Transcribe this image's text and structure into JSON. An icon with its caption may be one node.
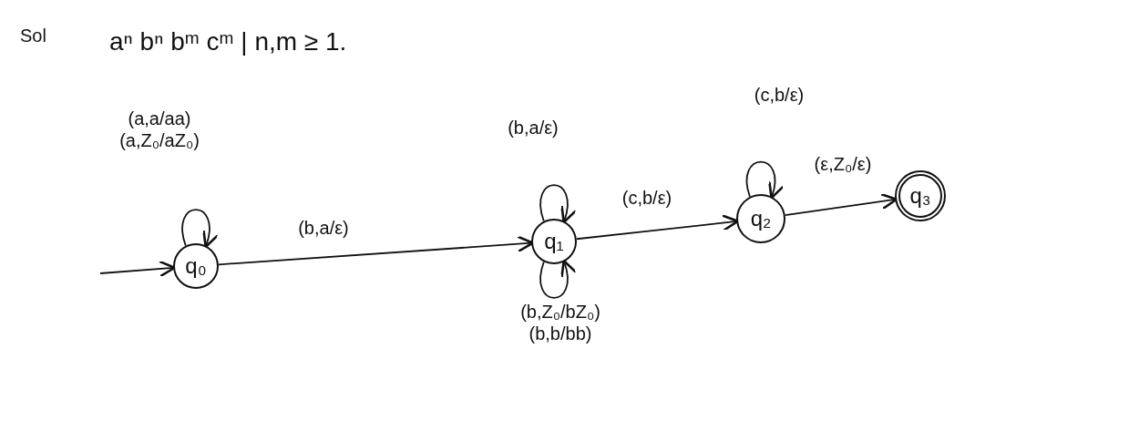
{
  "diagram": {
    "title": "aⁿ bⁿ bᵐ cᵐ | n,m ≥ 1.",
    "nodes": [
      {
        "text": [
          "q₀"
        ]
      },
      {
        "text": [
          "q₁"
        ]
      },
      {
        "text": [
          "q₂"
        ]
      },
      {
        "text": [
          "q₃"
        ]
      }
    ],
    "edges": [
      {
        "from": null,
        "to": 0,
        "arrow": "to"
      },
      {
        "from": 0,
        "to": 0,
        "arrow": "to",
        "label": "(a,a/aa) (a,Z₀/aZ₀)"
      },
      {
        "from": 0,
        "to": 1,
        "arrow": "to",
        "label": "(b,a/ε)"
      },
      {
        "from": 1,
        "to": 1,
        "arrow": "to",
        "label": "(b,a/ε)"
      },
      {
        "from": 1,
        "to": 1,
        "arrow": "to",
        "label": "(b,Z₀/bZ₀) (b,b/bb)"
      },
      {
        "from": 1,
        "to": 2,
        "arrow": "to",
        "label": "(c,b/ε)"
      },
      {
        "from": 2,
        "to": 2,
        "arrow": "to",
        "label": "(c,b/ε)"
      },
      {
        "from": 2,
        "to": 3,
        "arrow": "to",
        "label": "(ε,Z₀/ε)"
      }
    ],
    "labels": [
      "Sol"
    ]
  }
}
